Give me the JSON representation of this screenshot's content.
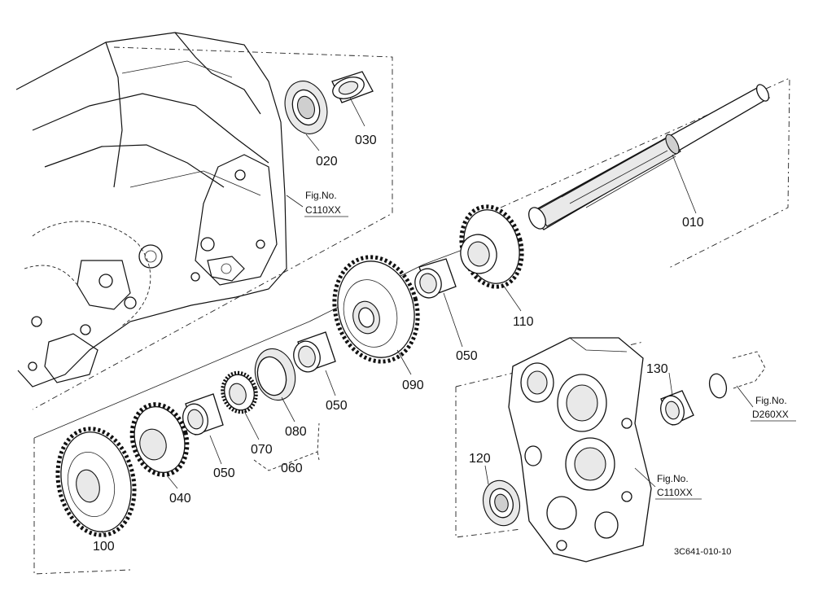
{
  "labels": {
    "p010": "010",
    "p020": "020",
    "p030": "030",
    "p040": "040",
    "p050a": "050",
    "p050b": "050",
    "p050c": "050",
    "p060": "060",
    "p070": "070",
    "p080": "080",
    "p090": "090",
    "p100": "100",
    "p110": "110",
    "p120": "120",
    "p130": "130"
  },
  "refs": {
    "r1_line1": "Fig.No.",
    "r1_line2": "C110XX",
    "r2_line1": "Fig.No.",
    "r2_line2": "D260XX",
    "r3_line1": "Fig.No.",
    "r3_line2": "C110XX"
  },
  "drawing_code": "3C641-010-10"
}
